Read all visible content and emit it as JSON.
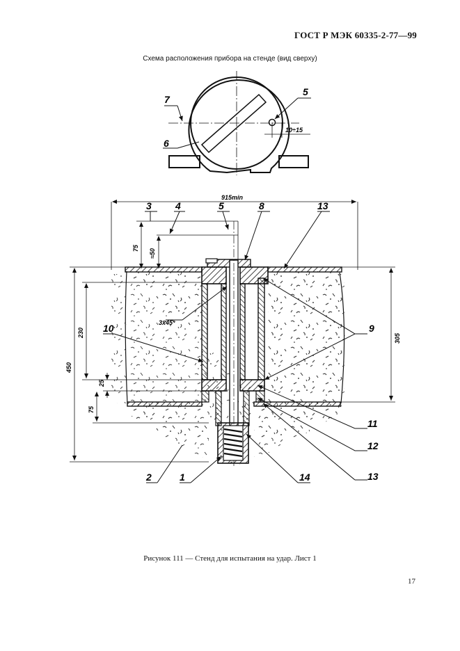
{
  "header": {
    "standard": "ГОСТ Р МЭК 60335-2-77—99"
  },
  "top_view": {
    "title": "Схема расположения прибора на стенде (вид сверху)",
    "callouts": [
      "7",
      "6",
      "5"
    ],
    "dimension": "10÷15"
  },
  "section_view": {
    "dimensions": {
      "width": "915min",
      "d75_top": "75",
      "d50": "≈50",
      "d230": "230",
      "d450": "450",
      "d305": "305",
      "d25": "25",
      "d75_bottom": "75",
      "chamfer": "3x45°"
    },
    "callouts": {
      "c3": "3",
      "c4": "4",
      "c5": "5",
      "c8": "8",
      "c13_top": "13",
      "c10": "10",
      "c9": "9",
      "c11": "11",
      "c12": "12",
      "c13_bottom": "13",
      "c2": "2",
      "c1": "1",
      "c14": "14"
    }
  },
  "caption": "Рисунок 111 — Стенд для испытания на удар. Лист 1",
  "page_number": "17"
}
